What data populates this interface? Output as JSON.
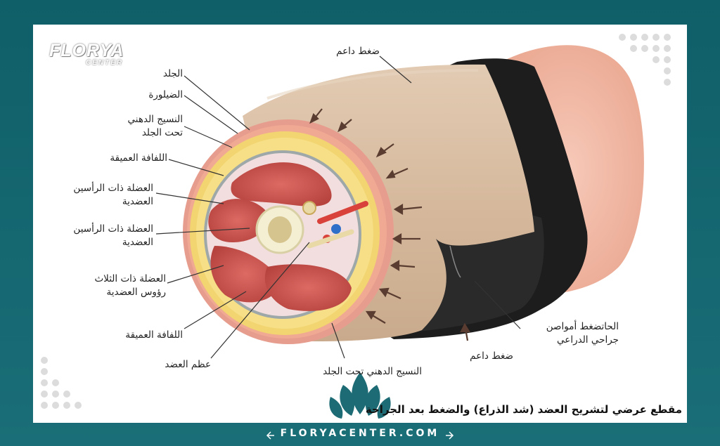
{
  "brand": {
    "logo_main": "FLORYA",
    "logo_sub": "CENTER",
    "footer": "FLORYACENTER.COM"
  },
  "caption": "مقطع عرضي لتشريح العضد (شد الذراع) والضغط بعد الجراحة",
  "labels": {
    "skin": "الجلد",
    "dermis": "الضيلورة",
    "subcut_top": "النسيج الدهني\nتحت الجلد",
    "deep_fascia_top": "اللفافة العميقة",
    "biceps_1": "العضلة ذات الرأسين\nالعضدية",
    "biceps_2": "العضلة ذات الرأسين\nالعضدية",
    "triceps": "العضلة ذات الثلاث\nرؤوس العضدية",
    "deep_fascia_bottom": "اللفافة العميقة",
    "humerus": "عظم العضد",
    "subcut_bottom": "النسيج الدهني تحت الجلد",
    "compression_top": "ضغط داعم",
    "compression_bottom": "ضغط داعم",
    "garment": "الحاتضغط أمواصن\nجراحي الدراعي"
  },
  "colors": {
    "frame": "#14656d",
    "fat": "#f2d470",
    "muscle": "#c9524e",
    "bandage": "#d9bfa4",
    "garment": "#1c1c1c"
  }
}
